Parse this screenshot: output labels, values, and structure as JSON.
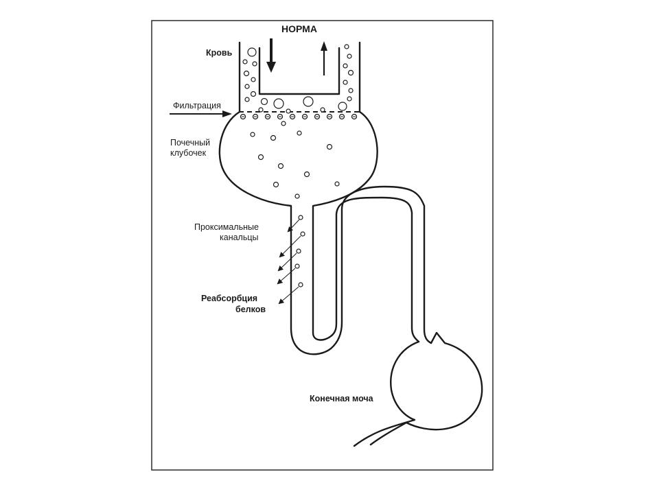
{
  "title": "НОРМА",
  "labels": {
    "blood": "Кровь",
    "filtration": "Фильтрация",
    "glomerulus_line1": "Почечный",
    "glomerulus_line2": "клубочек",
    "proximal_line1": "Проксимальные",
    "proximal_line2": "канальцы",
    "reabsorption_line1": "Реабсорбция",
    "reabsorption_line2": "белков",
    "final_urine": "Конечная моча"
  }
}
